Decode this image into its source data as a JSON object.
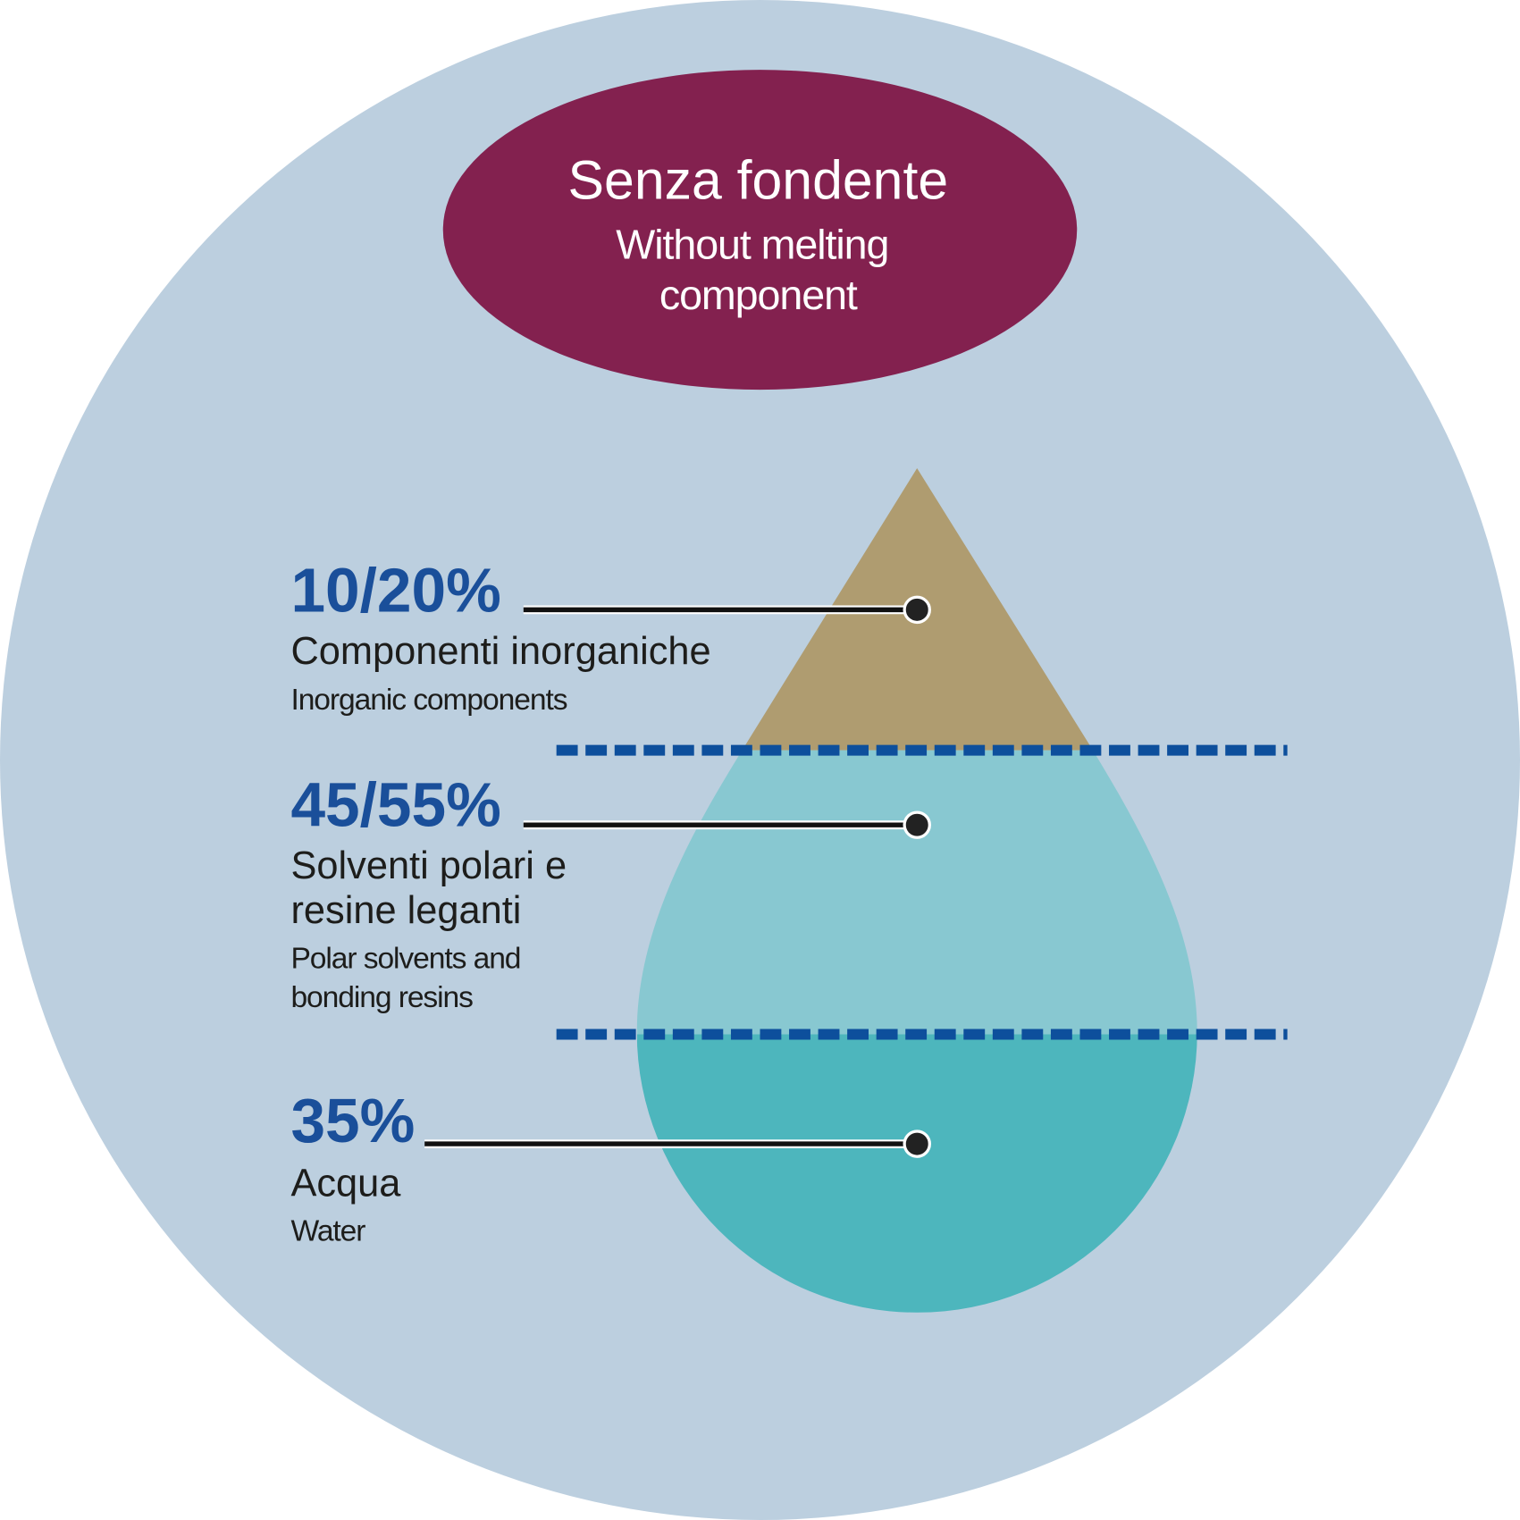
{
  "header": {
    "title": "Senza fondente",
    "subtitle_line1": "Without melting",
    "subtitle_line2": "component"
  },
  "layers": [
    {
      "percent": "10/20%",
      "label_it": "Componenti inorganiche",
      "label_en": "Inorganic components",
      "color": "#af9c70"
    },
    {
      "percent": "45/55%",
      "label_it_line1": "Solventi polari e",
      "label_it_line2": "resine leganti",
      "label_en_line1": "Polar solvents and",
      "label_en_line2": "bonding resins",
      "color": "#88c8d1"
    },
    {
      "percent": "35%",
      "label_it": "Acqua",
      "label_en": "Water",
      "color": "#4db6bd"
    }
  ],
  "colors": {
    "background": "#bccfdf",
    "badge": "#83214f",
    "accent": "#1a4f9a",
    "divider": "#0d4f9c"
  }
}
